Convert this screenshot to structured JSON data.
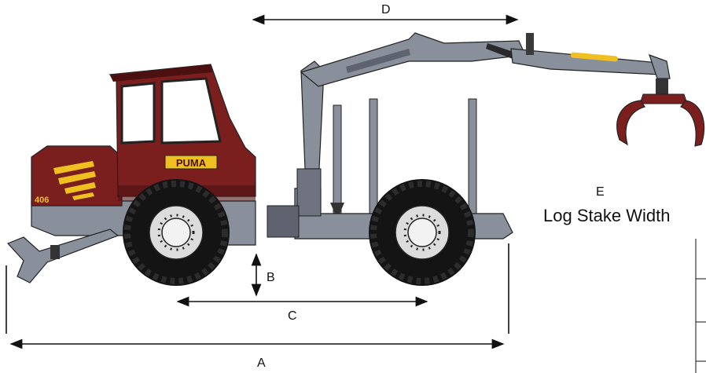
{
  "diagram": {
    "labels": {
      "a": "A",
      "b": "B",
      "c": "C",
      "d": "D",
      "e": "E",
      "e_caption": "Log Stake Width"
    },
    "branding": {
      "model_badge": "PUMA",
      "model_number": "406"
    },
    "colors": {
      "body": "#7a1e1e",
      "body_dark": "#4d1010",
      "frame": "#8a8f9c",
      "frame_dark": "#5f6370",
      "accent": "#f0c020",
      "tire": "#141414",
      "rim": "#dcdcdc"
    }
  }
}
